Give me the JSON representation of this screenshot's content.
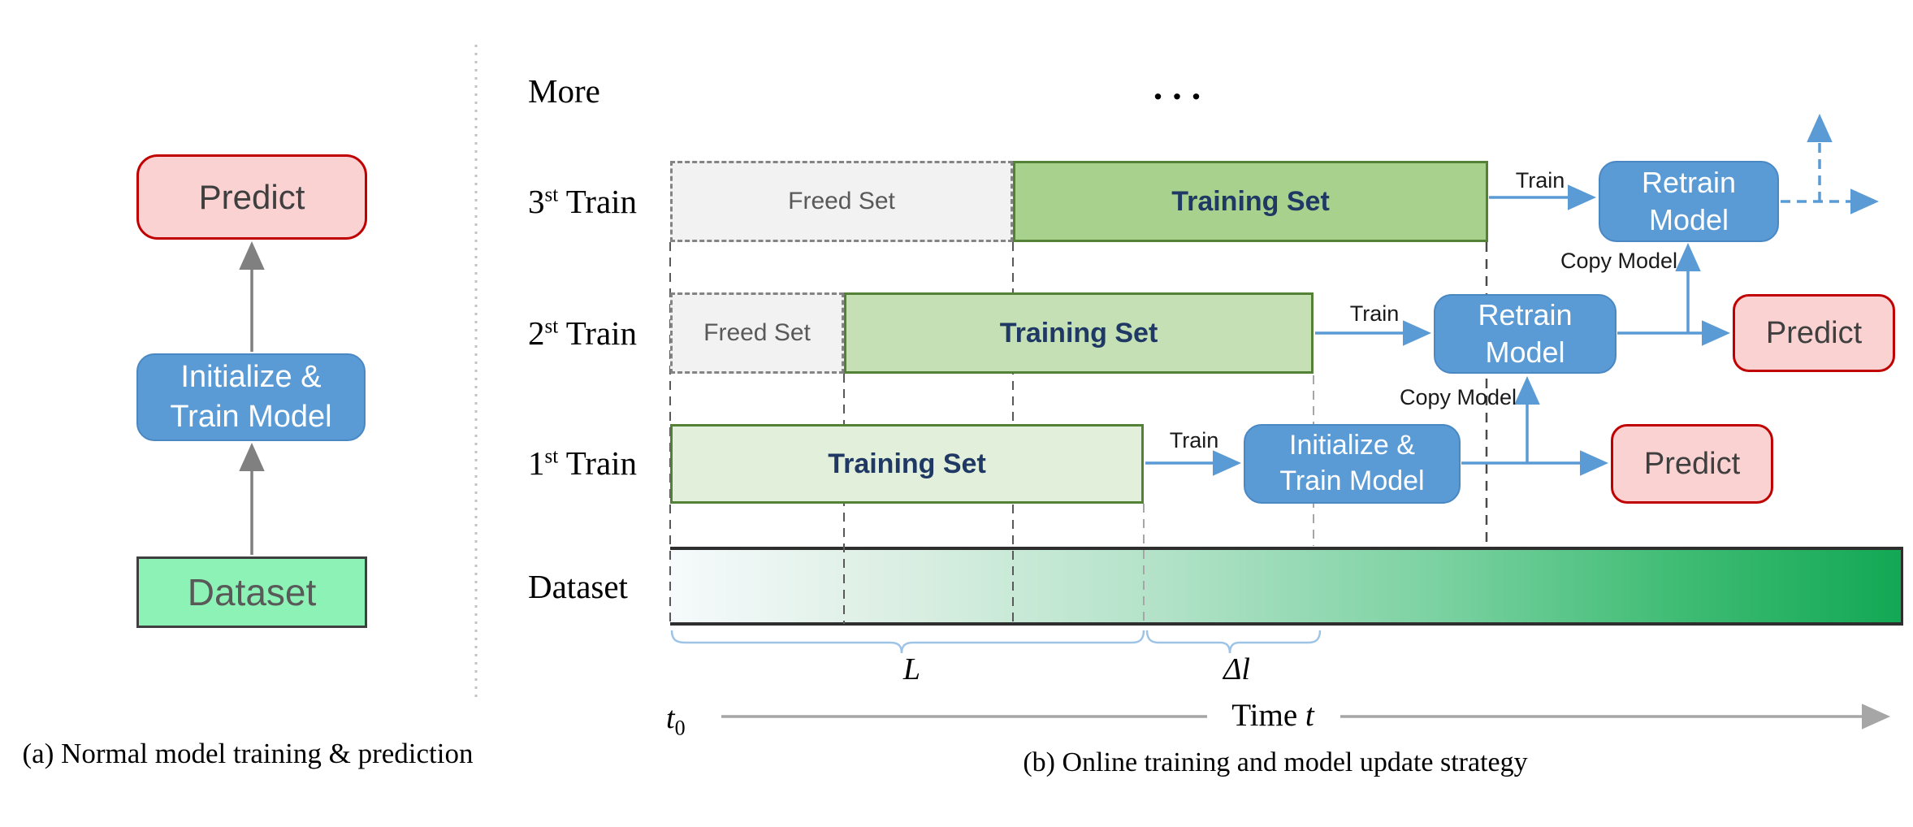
{
  "panel_a": {
    "predict": "Predict",
    "init_line1": "Initialize &",
    "init_line2": "Train Model",
    "dataset": "Dataset",
    "caption": "(a) Normal model training & prediction"
  },
  "panel_b": {
    "more": "More",
    "ellipsis": "...",
    "rows": [
      {
        "num": "3",
        "sup": "st",
        "rest": " Train"
      },
      {
        "num": "2",
        "sup": "st",
        "rest": " Train"
      },
      {
        "num": "1",
        "sup": "st",
        "rest": " Train"
      }
    ],
    "dataset_row_label": "Dataset",
    "freed_set": "Freed Set",
    "training_set": "Training Set",
    "train": "Train",
    "copy_model": "Copy Model",
    "retrain_line1": "Retrain",
    "retrain_line2": "Model",
    "init_line1": "Initialize &",
    "init_line2": "Train Model",
    "predict": "Predict",
    "length_label": "L",
    "delta_label": "Δl",
    "t0_base": "t",
    "t0_sub": "0",
    "time_word": "Time ",
    "time_var": "t",
    "caption": "(b) Online training and model update strategy"
  },
  "colors": {
    "blue_box": "#5b9bd5",
    "pink_fill": "#fad2d2",
    "red_border": "#c00000",
    "green_border": "#538135",
    "green_dark_set": "#a9d18e",
    "green_mid_set": "#c5e0b4",
    "green_light_set": "#e2efda",
    "mint_dataset": "#8df2b5",
    "navy_text": "#1f3864",
    "gray_text": "#595959",
    "brace_blue": "#9dc3e6",
    "bar_gradient_end": "#12a854"
  }
}
